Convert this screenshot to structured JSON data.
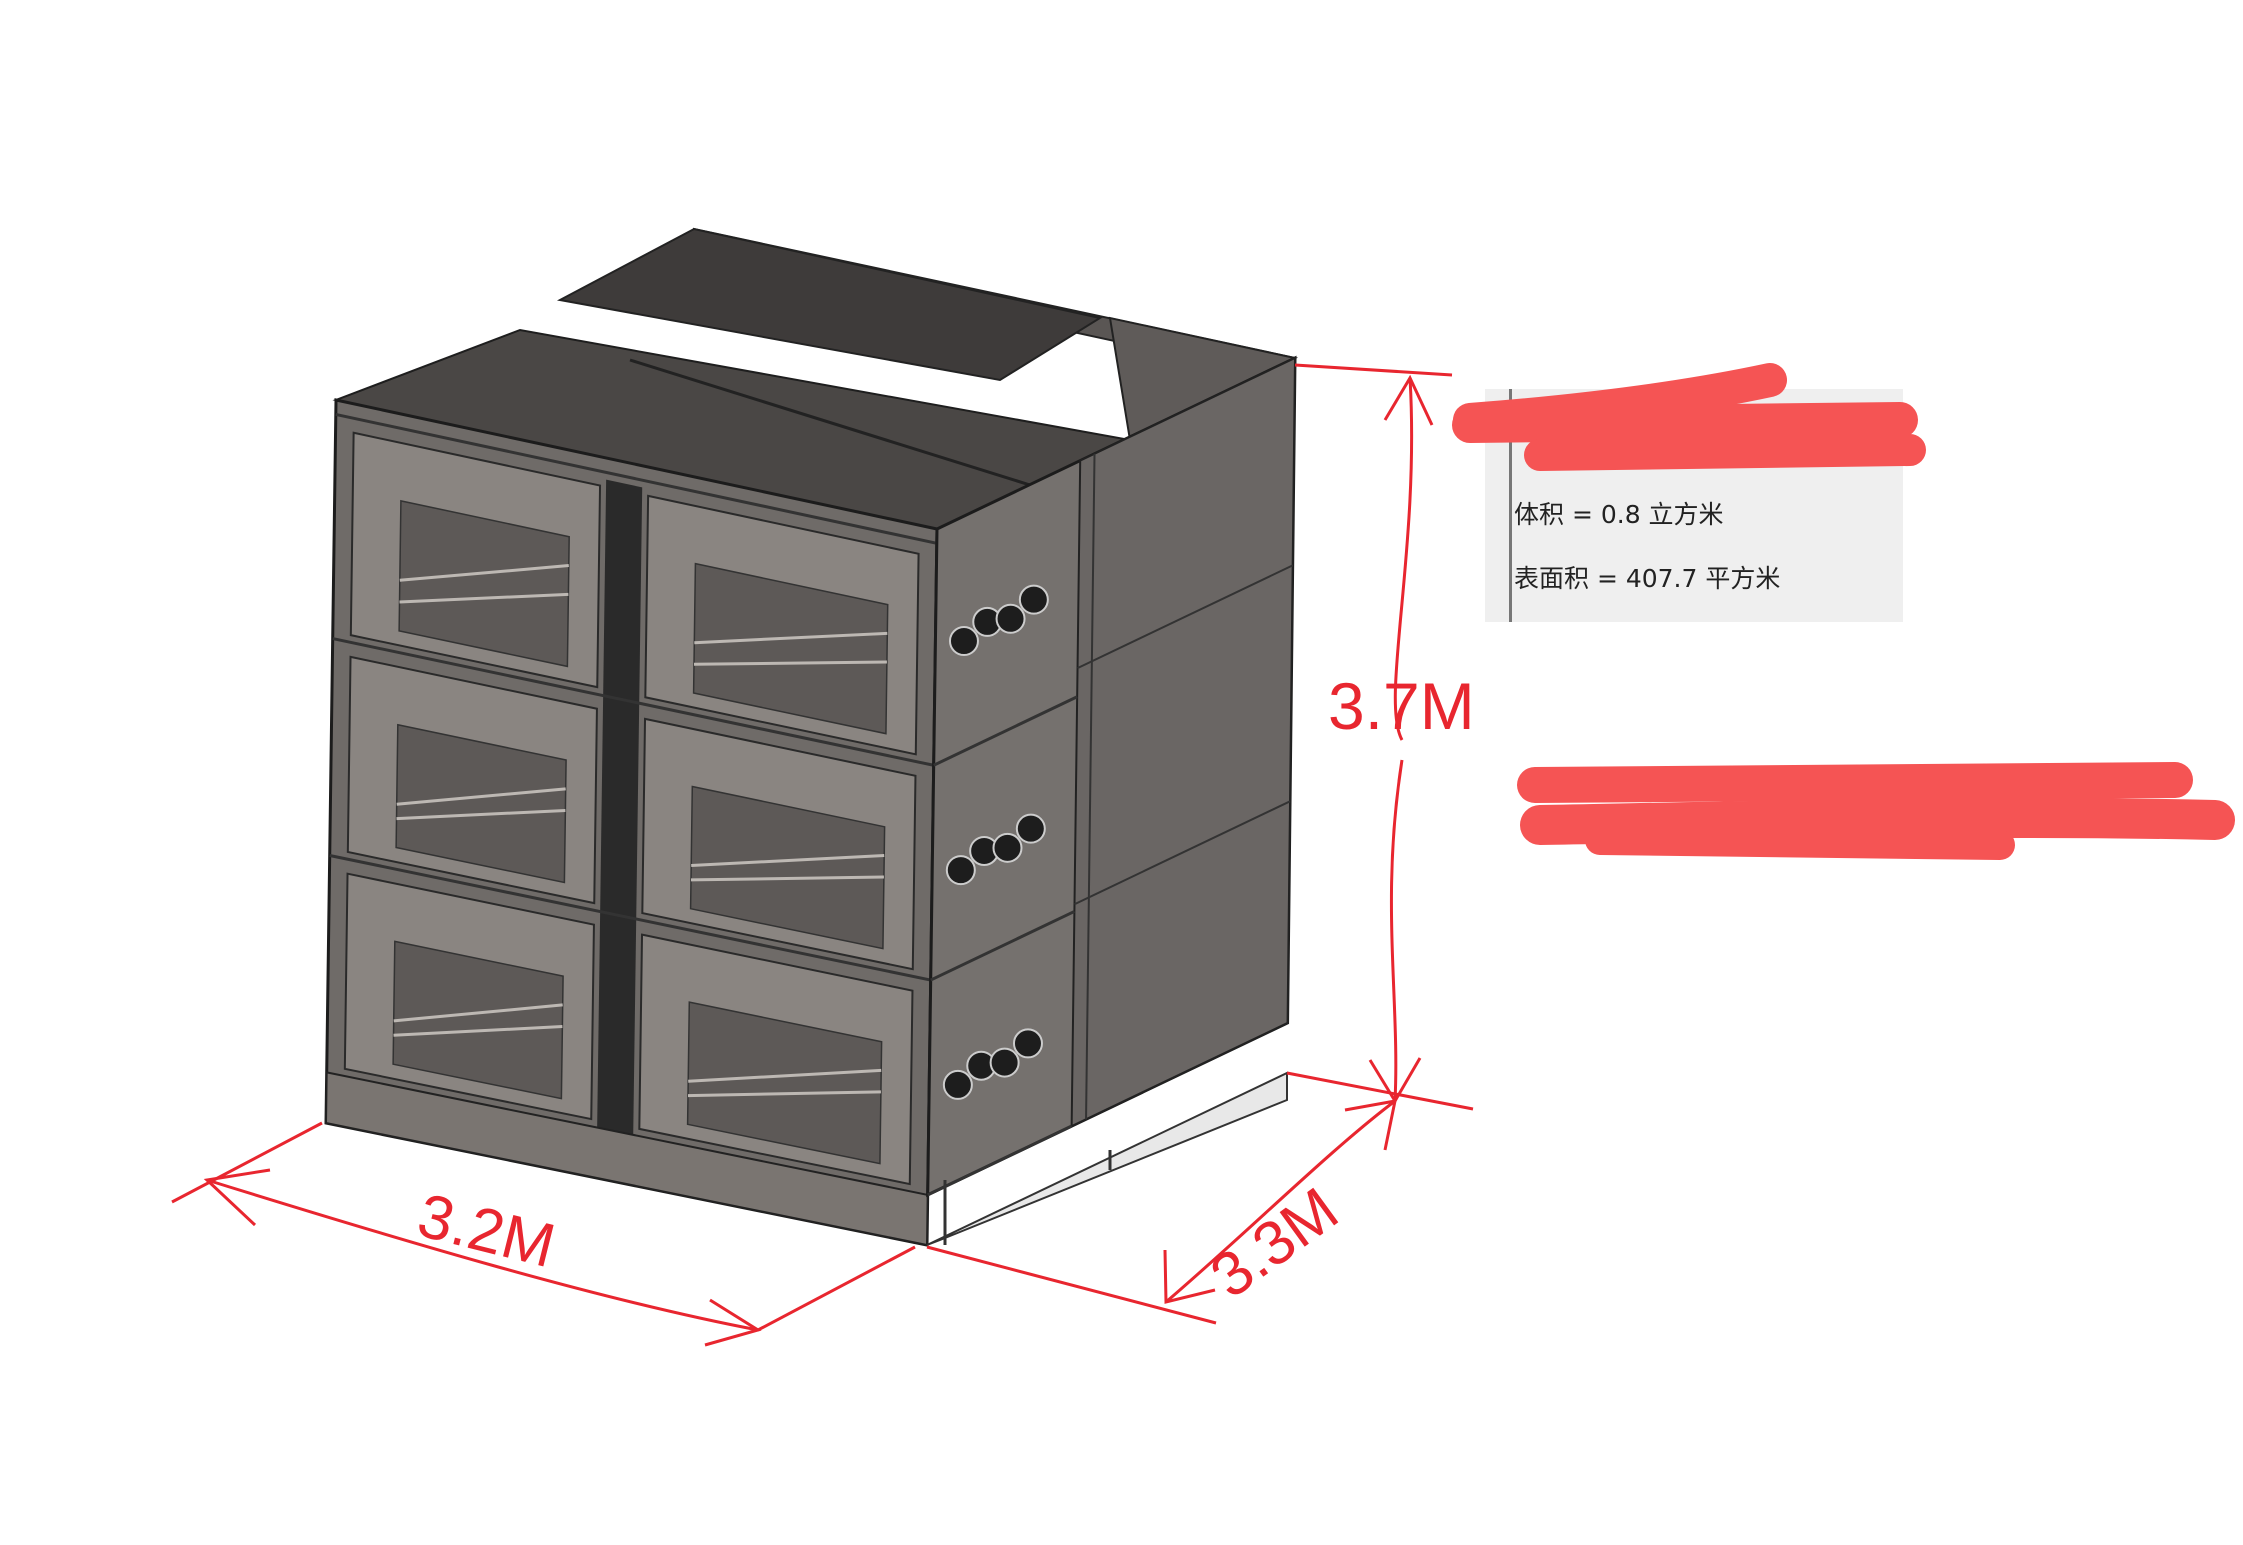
{
  "dimensions": {
    "height_label": "3.7M",
    "width_label": "3.2M",
    "depth_label": "3.3M",
    "annotation_color": "#e8262f"
  },
  "properties_panel": {
    "volume_line": "体积 = 0.8 立方米",
    "surface_area_line": "表面积 = 407.7 平方米"
  },
  "redaction_color": "#f55454",
  "model": {
    "columns": 2,
    "rows": 3,
    "fans_per_row": 4,
    "body_color": "#6f6b68",
    "top_color": "#4a4745"
  }
}
